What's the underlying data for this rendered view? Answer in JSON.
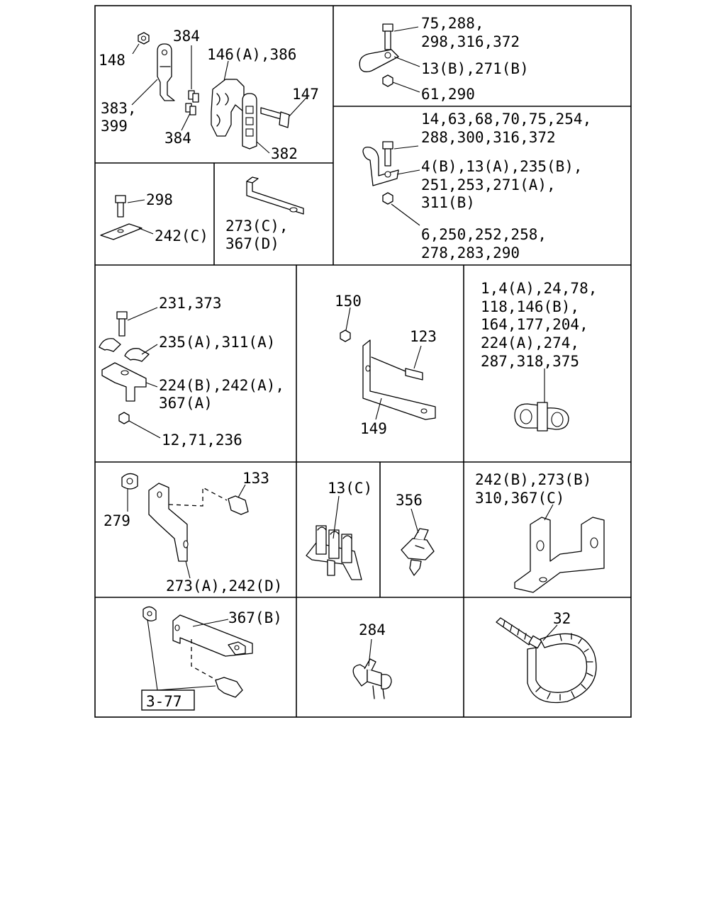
{
  "cells": {
    "c1": {
      "labels": [
        "148",
        "384",
        "146(A),386",
        "147",
        "383,",
        "399",
        "384",
        "382"
      ]
    },
    "c2": {
      "labels": [
        "75,288,",
        "298,316,372",
        "13(B),271(B)",
        "61,290"
      ]
    },
    "c3": {
      "labels": [
        "14,63,68,70,75,254,",
        "288,300,316,372",
        "4(B),13(A),235(B),",
        "251,253,271(A),",
        "311(B)",
        "6,250,252,258,",
        "278,283,290"
      ]
    },
    "c4": {
      "labels": [
        "298",
        "242(C)"
      ]
    },
    "c5": {
      "labels": [
        "273(C),",
        "367(D)"
      ]
    },
    "c6": {
      "labels": [
        "231,373",
        "235(A),311(A)",
        "224(B),242(A),",
        "367(A)",
        "12,71,236"
      ]
    },
    "c7": {
      "labels": [
        "150",
        "123",
        "149"
      ]
    },
    "c8": {
      "labels": [
        "1,4(A),24,78,",
        "118,146(B),",
        "164,177,204,",
        "224(A),274,",
        "287,318,375"
      ]
    },
    "c9": {
      "labels": [
        "279",
        "133",
        "273(A),242(D)"
      ]
    },
    "c10": {
      "labels": [
        "13(C)"
      ]
    },
    "c11": {
      "labels": [
        "356"
      ]
    },
    "c12": {
      "labels": [
        "242(B),273(B)",
        "310,367(C)"
      ]
    },
    "c13": {
      "labels": [
        "367(B)",
        "3-77"
      ]
    },
    "c14": {
      "labels": [
        "284"
      ]
    },
    "c15": {
      "labels": [
        "32"
      ]
    }
  }
}
